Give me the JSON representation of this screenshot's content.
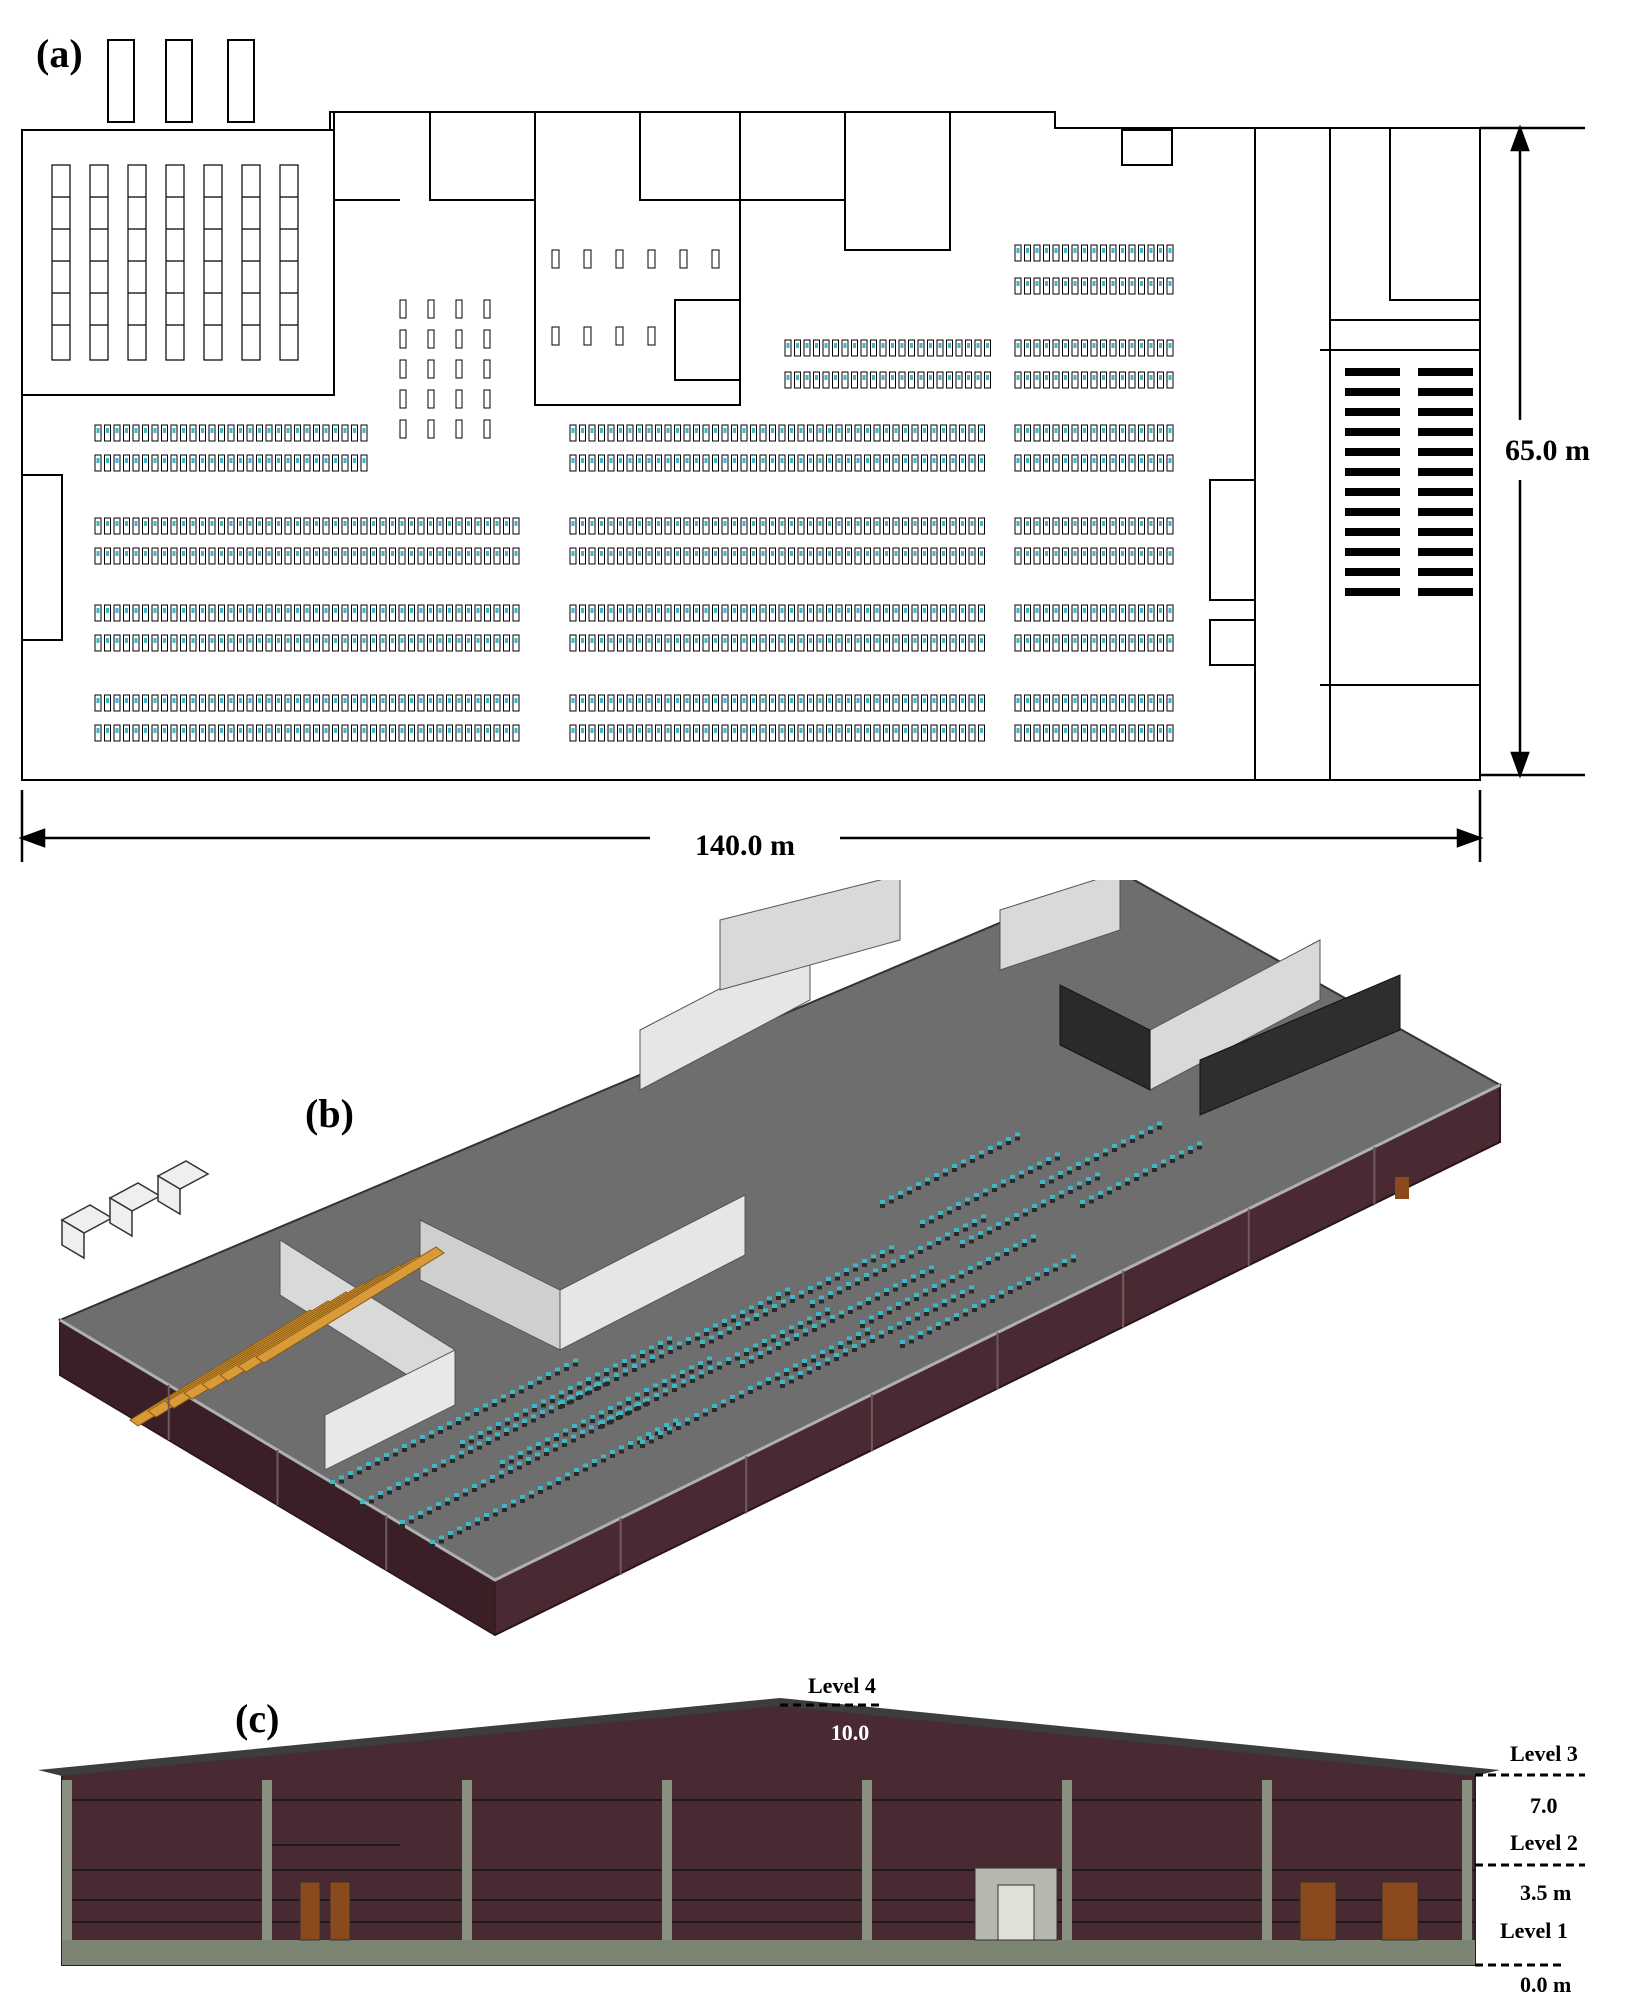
{
  "panels": {
    "a": {
      "label": "(a)",
      "width_dim": "140.0 m",
      "height_dim": "65.0 m"
    },
    "b": {
      "label": "(b)"
    },
    "c": {
      "label": "(c)",
      "level4": "Level 4",
      "peak": "10.0",
      "level3": "Level 3",
      "h7": "7.0",
      "level2": "Level 2",
      "h35": "3.5 m",
      "level1": "Level 1",
      "h0": "0.0 m"
    }
  },
  "colors": {
    "wall_brick": "#4a2a32",
    "floor": "#6e6e6e",
    "interior_wall": "#d9d9d9",
    "workstation": "#3fb7c4",
    "wood": "#d99a3a",
    "door": "#8a4a1e"
  }
}
